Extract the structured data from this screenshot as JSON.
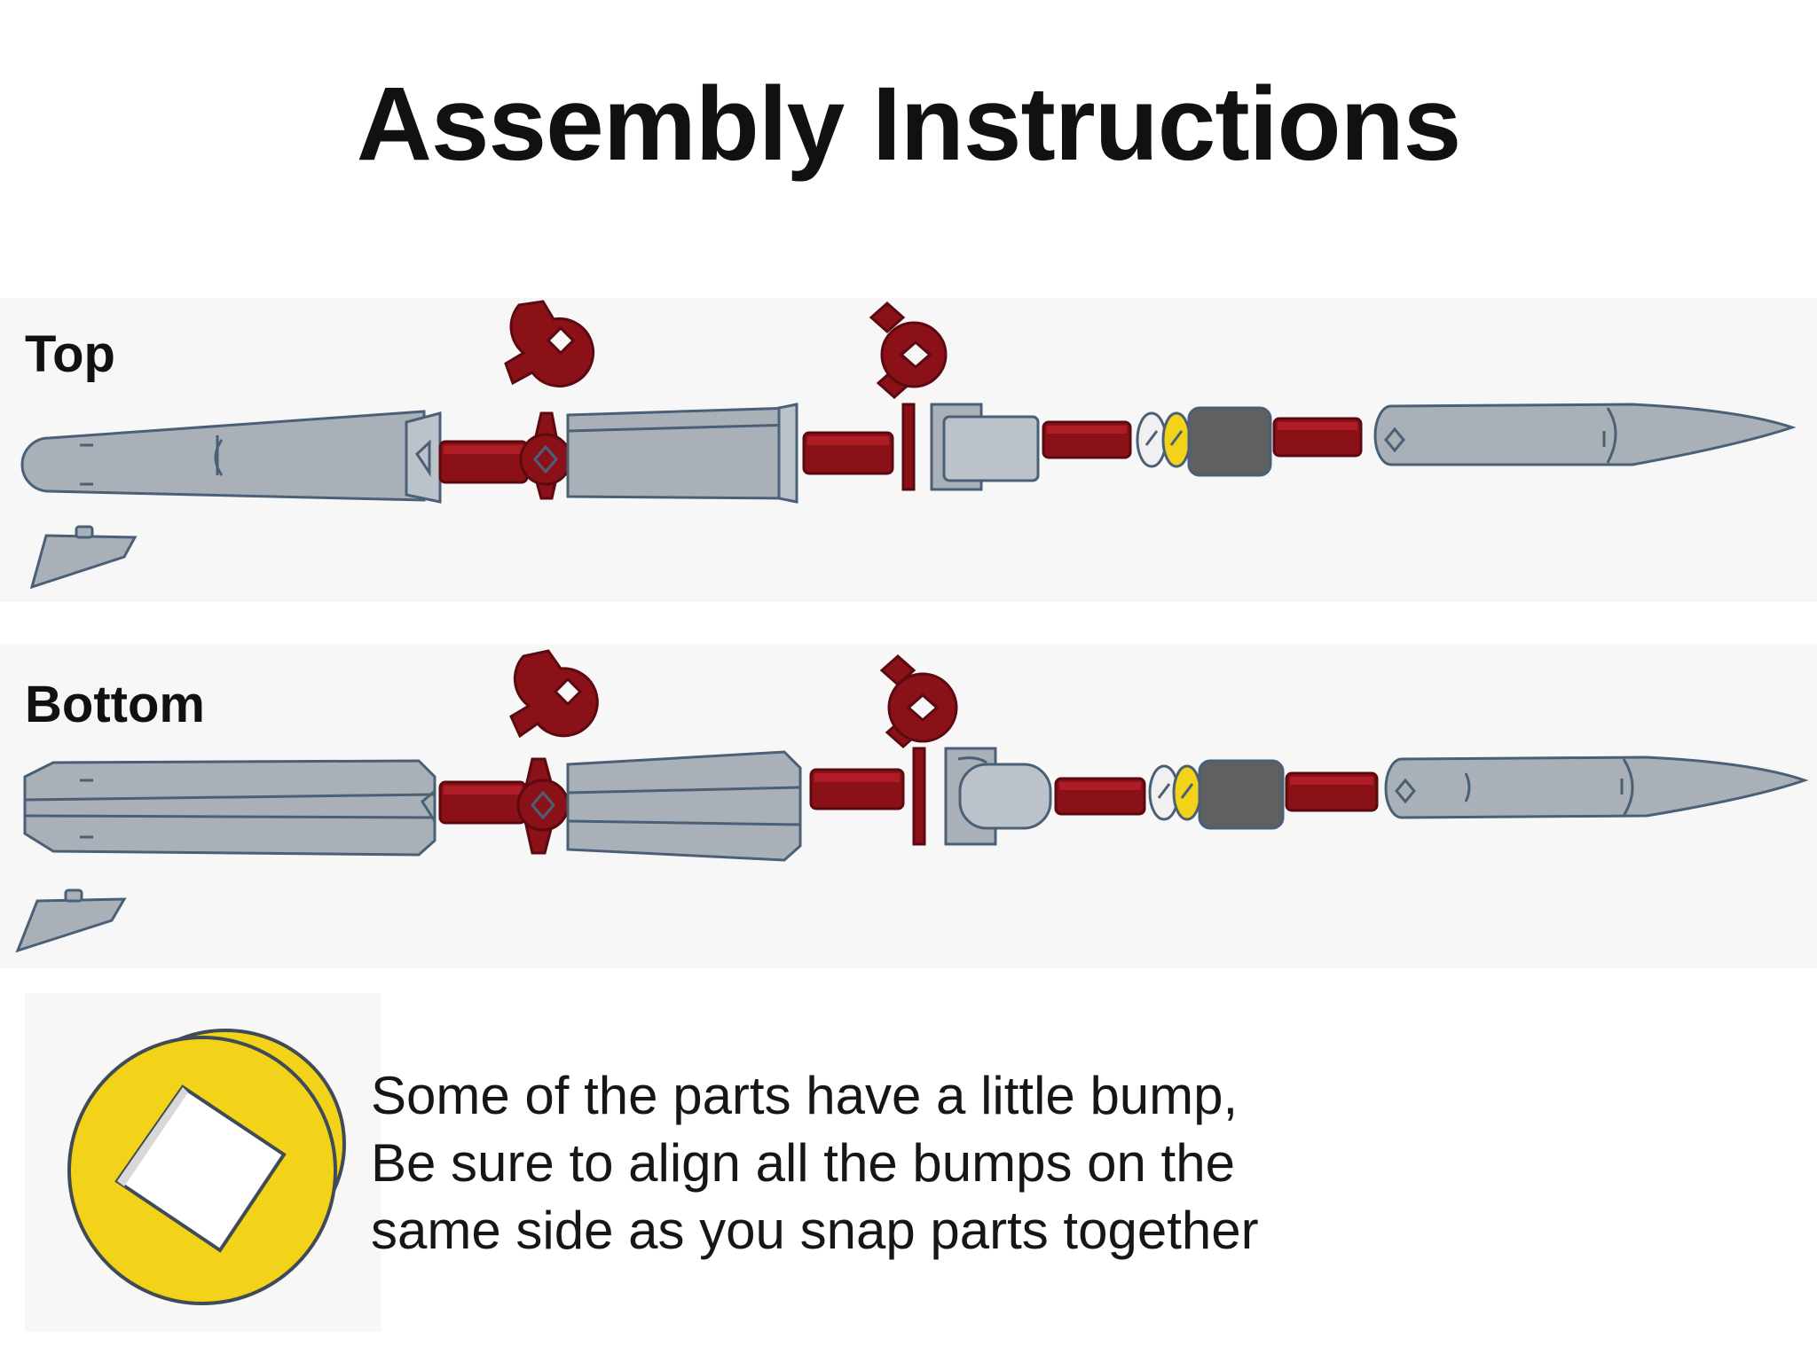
{
  "title": "Assembly Instructions",
  "views": {
    "top": {
      "label": "Top"
    },
    "bottom": {
      "label": "Bottom"
    }
  },
  "note": {
    "lines": [
      "Some of the parts have a little bump,",
      "Be sure to align all the bumps on the",
      "same side as you snap parts together"
    ]
  },
  "colors": {
    "body_gray": "#a9b0b8",
    "outline": "#4a6076",
    "connector_red": "#8b1118",
    "ring_yellow": "#f3d21a",
    "dark_gray": "#5f6062",
    "panel_bg": "#f7f7f7"
  }
}
